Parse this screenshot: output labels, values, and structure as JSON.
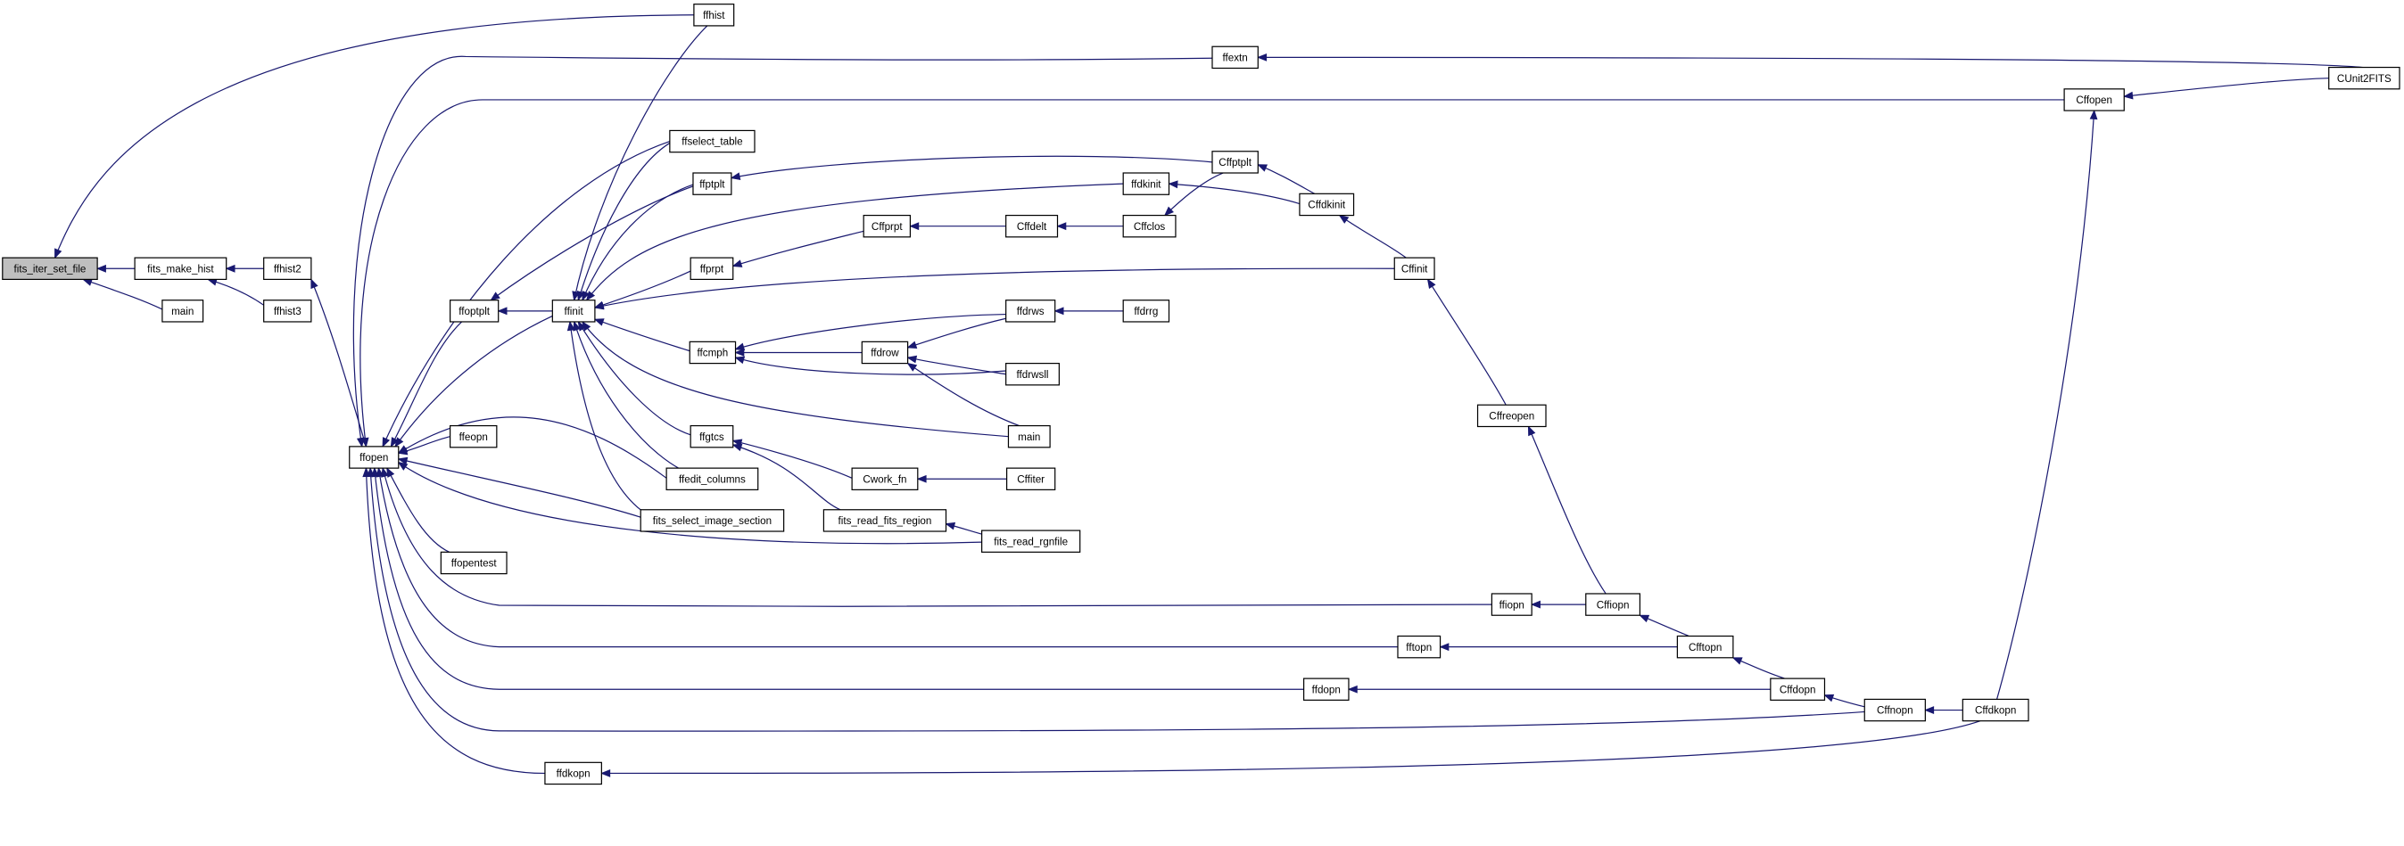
{
  "graph": {
    "title": "",
    "root": "fits_iter_set_file",
    "nodes": [
      {
        "id": "fits_iter_set_file",
        "label": "fits_iter_set_file"
      },
      {
        "id": "fits_make_hist",
        "label": "fits_make_hist"
      },
      {
        "id": "main_a",
        "label": "main"
      },
      {
        "id": "ffhist",
        "label": "ffhist"
      },
      {
        "id": "ffhist2",
        "label": "ffhist2"
      },
      {
        "id": "ffhist3",
        "label": "ffhist3"
      },
      {
        "id": "ffopen",
        "label": "ffopen"
      },
      {
        "id": "ffextn",
        "label": "ffextn"
      },
      {
        "id": "CUnit2FITS",
        "label": "CUnit2FITS"
      },
      {
        "id": "Cffopen",
        "label": "Cffopen"
      },
      {
        "id": "ffselect_table",
        "label": "ffselect_table"
      },
      {
        "id": "ffptplt",
        "label": "ffptplt"
      },
      {
        "id": "Cffptplt",
        "label": "Cffptplt"
      },
      {
        "id": "ffdkinit",
        "label": "ffdkinit"
      },
      {
        "id": "Cffdkinit",
        "label": "Cffdkinit"
      },
      {
        "id": "Cffprpt",
        "label": "Cffprpt"
      },
      {
        "id": "Cffdelt",
        "label": "Cffdelt"
      },
      {
        "id": "Cffclos",
        "label": "Cffclos"
      },
      {
        "id": "ffprpt",
        "label": "ffprpt"
      },
      {
        "id": "Cffinit",
        "label": "Cffinit"
      },
      {
        "id": "ffoptplt",
        "label": "ffoptplt"
      },
      {
        "id": "ffinit",
        "label": "ffinit"
      },
      {
        "id": "ffdrws",
        "label": "ffdrws"
      },
      {
        "id": "ffdrrg",
        "label": "ffdrrg"
      },
      {
        "id": "ffcmph",
        "label": "ffcmph"
      },
      {
        "id": "ffdrow",
        "label": "ffdrow"
      },
      {
        "id": "ffdrwsll",
        "label": "ffdrwsll"
      },
      {
        "id": "main_b",
        "label": "main"
      },
      {
        "id": "Cffreopen",
        "label": "Cffreopen"
      },
      {
        "id": "ffeopn",
        "label": "ffeopn"
      },
      {
        "id": "ffgtcs",
        "label": "ffgtcs"
      },
      {
        "id": "Cwork_fn",
        "label": "Cwork_fn"
      },
      {
        "id": "Cffiter",
        "label": "Cffiter"
      },
      {
        "id": "ffedit_columns",
        "label": "ffedit_columns"
      },
      {
        "id": "fits_select_image_section",
        "label": "fits_select_image_section"
      },
      {
        "id": "fits_read_fits_region",
        "label": "fits_read_fits_region"
      },
      {
        "id": "fits_read_rgnfile",
        "label": "fits_read_rgnfile"
      },
      {
        "id": "ffopentest",
        "label": "ffopentest"
      },
      {
        "id": "ffiopn",
        "label": "ffiopn"
      },
      {
        "id": "Cffiopn",
        "label": "Cffiopn"
      },
      {
        "id": "fftopn",
        "label": "fftopn"
      },
      {
        "id": "Cfftopn",
        "label": "Cfftopn"
      },
      {
        "id": "ffdopn",
        "label": "ffdopn"
      },
      {
        "id": "Cffdopn",
        "label": "Cffdopn"
      },
      {
        "id": "Cffnopn",
        "label": "Cffnopn"
      },
      {
        "id": "Cffdkopn",
        "label": "Cffdkopn"
      },
      {
        "id": "ffdkopn",
        "label": "ffdkopn"
      }
    ],
    "edges": [
      {
        "from": "fits_iter_set_file",
        "to": "ffhist"
      },
      {
        "from": "fits_iter_set_file",
        "to": "fits_make_hist"
      },
      {
        "from": "fits_iter_set_file",
        "to": "main_a"
      },
      {
        "from": "fits_make_hist",
        "to": "ffhist2"
      },
      {
        "from": "fits_make_hist",
        "to": "ffhist3"
      },
      {
        "from": "ffhist2",
        "to": "ffopen"
      },
      {
        "from": "ffextn",
        "to": "CUnit2FITS"
      },
      {
        "from": "Cffopen",
        "to": "CUnit2FITS"
      },
      {
        "from": "Cffptplt",
        "to": "Cffdkinit"
      },
      {
        "from": "ffdkinit",
        "to": "Cffdkinit"
      },
      {
        "from": "Cffdkinit",
        "to": "Cffinit"
      },
      {
        "from": "Cffprpt",
        "to": "Cffdelt"
      },
      {
        "from": "Cffdelt",
        "to": "Cffclos"
      },
      {
        "from": "Cffclos",
        "to": "Cffptplt"
      },
      {
        "from": "ffptplt",
        "to": "Cffptplt"
      },
      {
        "from": "ffprpt",
        "to": "Cffprpt"
      },
      {
        "from": "ffoptplt",
        "to": "ffptplt"
      },
      {
        "from": "ffoptplt",
        "to": "ffinit"
      },
      {
        "from": "ffinit",
        "to": "ffhist"
      },
      {
        "from": "ffinit",
        "to": "ffselect_table"
      },
      {
        "from": "ffinit",
        "to": "ffptplt"
      },
      {
        "from": "ffinit",
        "to": "ffdkinit"
      },
      {
        "from": "ffinit",
        "to": "ffprpt"
      },
      {
        "from": "ffinit",
        "to": "Cffinit"
      },
      {
        "from": "ffinit",
        "to": "ffcmph"
      },
      {
        "from": "ffinit",
        "to": "main_b"
      },
      {
        "from": "ffinit",
        "to": "ffgtcs"
      },
      {
        "from": "ffinit",
        "to": "ffedit_columns"
      },
      {
        "from": "ffinit",
        "to": "fits_select_image_section"
      },
      {
        "from": "ffdrws",
        "to": "ffdrrg"
      },
      {
        "from": "ffcmph",
        "to": "ffdrws"
      },
      {
        "from": "ffcmph",
        "to": "ffdrow"
      },
      {
        "from": "ffcmph",
        "to": "ffdrwsll"
      },
      {
        "from": "ffdrow",
        "to": "ffdrws"
      },
      {
        "from": "ffdrow",
        "to": "ffdrwsll"
      },
      {
        "from": "ffdrow",
        "to": "main_b"
      },
      {
        "from": "Cffinit",
        "to": "Cffreopen"
      },
      {
        "from": "ffgtcs",
        "to": "Cwork_fn"
      },
      {
        "from": "ffgtcs",
        "to": "fits_read_fits_region"
      },
      {
        "from": "Cwork_fn",
        "to": "Cffiter"
      },
      {
        "from": "fits_read_fits_region",
        "to": "fits_read_rgnfile"
      },
      {
        "from": "ffopen",
        "to": "ffoptplt"
      },
      {
        "from": "ffopen",
        "to": "ffextn"
      },
      {
        "from": "ffopen",
        "to": "Cffopen"
      },
      {
        "from": "ffopen",
        "to": "ffselect_table"
      },
      {
        "from": "ffopen",
        "to": "ffinit"
      },
      {
        "from": "ffopen",
        "to": "ffeopn"
      },
      {
        "from": "ffopen",
        "to": "ffedit_columns"
      },
      {
        "from": "ffopen",
        "to": "fits_select_image_section"
      },
      {
        "from": "ffopen",
        "to": "fits_read_rgnfile"
      },
      {
        "from": "ffopen",
        "to": "ffopentest"
      },
      {
        "from": "ffopen",
        "to": "ffiopn"
      },
      {
        "from": "ffopen",
        "to": "fftopn"
      },
      {
        "from": "ffopen",
        "to": "ffdopn"
      },
      {
        "from": "ffopen",
        "to": "Cffnopn"
      },
      {
        "from": "ffopen",
        "to": "ffdkopn"
      },
      {
        "from": "Cffreopen",
        "to": "Cffiopn"
      },
      {
        "from": "ffiopn",
        "to": "Cffiopn"
      },
      {
        "from": "Cffiopn",
        "to": "Cfftopn"
      },
      {
        "from": "fftopn",
        "to": "Cfftopn"
      },
      {
        "from": "Cfftopn",
        "to": "Cffdopn"
      },
      {
        "from": "ffdopn",
        "to": "Cffdopn"
      },
      {
        "from": "Cffdopn",
        "to": "Cffnopn"
      },
      {
        "from": "Cffnopn",
        "to": "Cffdkopn"
      },
      {
        "from": "Cffopen",
        "to": "Cffdkopn"
      },
      {
        "from": "ffdkopn",
        "to": "Cffdkopn"
      }
    ]
  }
}
